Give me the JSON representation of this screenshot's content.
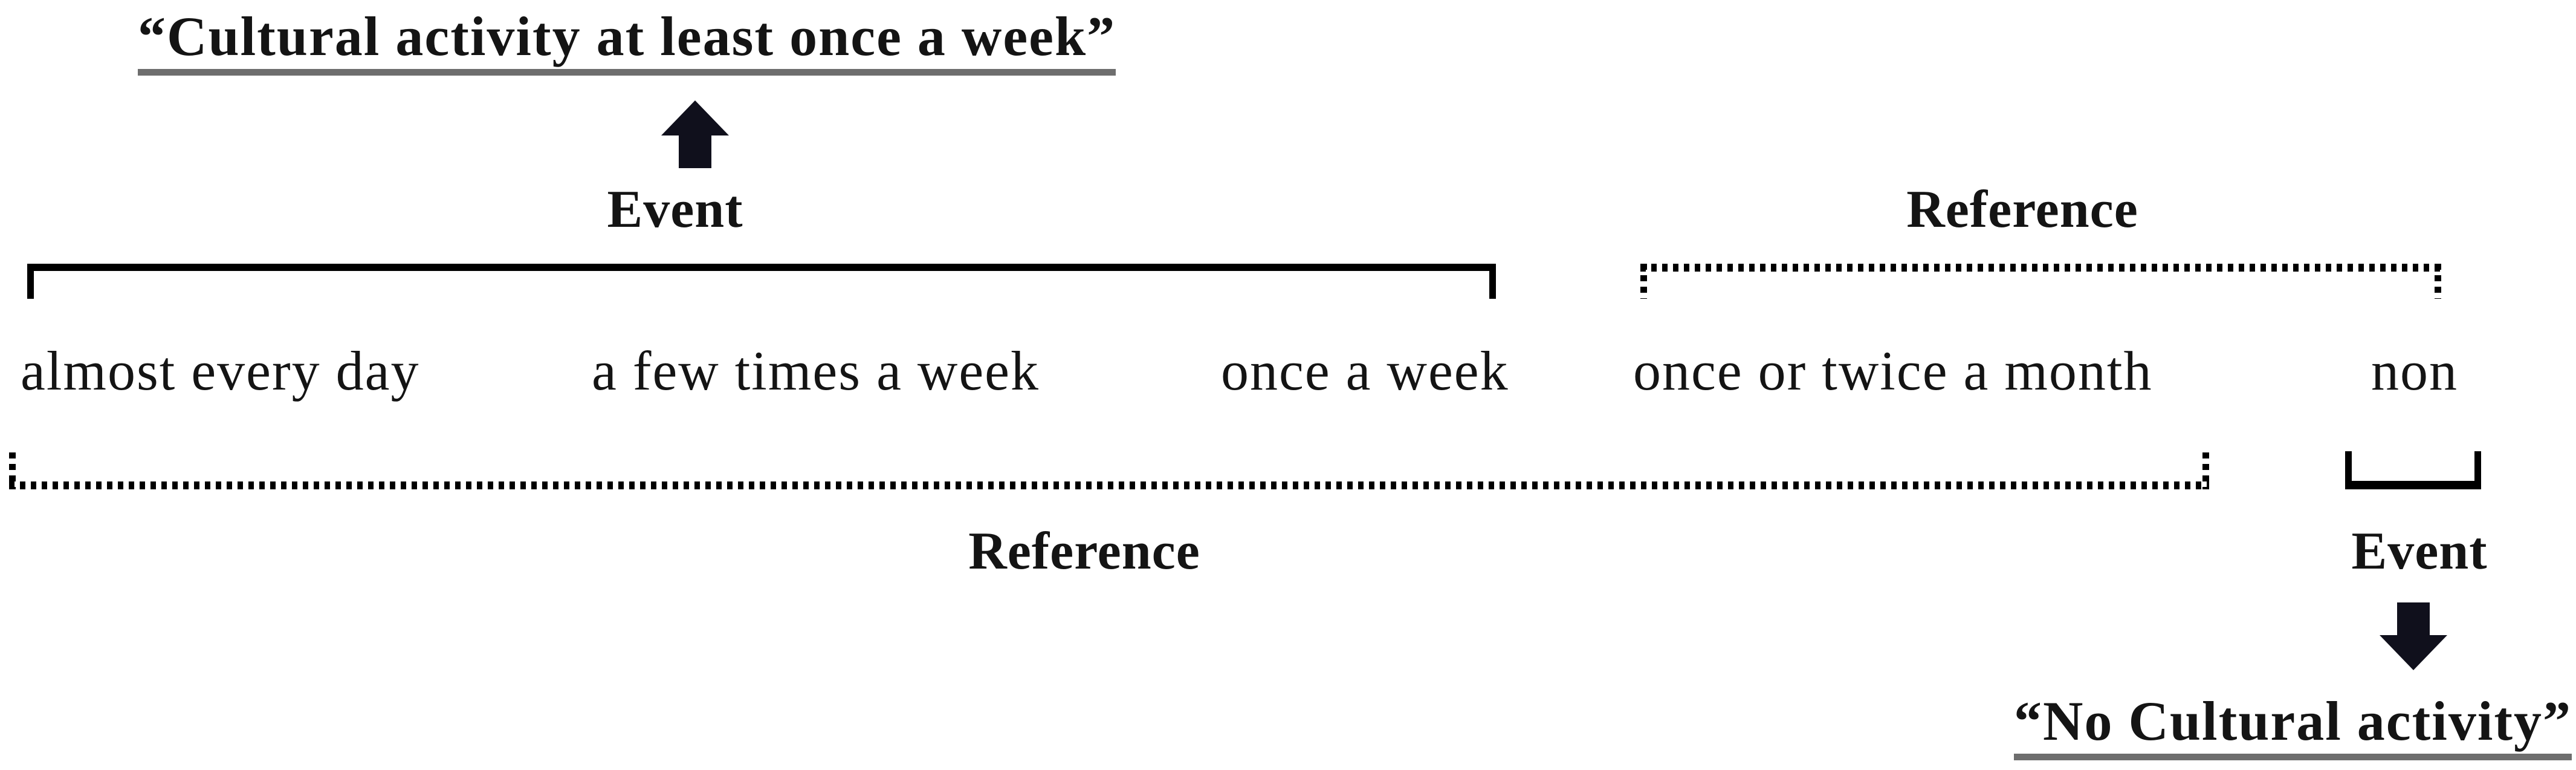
{
  "diagram": {
    "title_top": "“Cultural activity at least once a week”",
    "title_bottom": "“No Cultural activity”",
    "categories": [
      "almost every day",
      "a few times a week",
      "once a week",
      "once or twice a month",
      "non"
    ],
    "brackets": [
      {
        "id": "event-top",
        "style": "solid",
        "label": "Event",
        "covers": [
          "almost every day",
          "a few times a week",
          "once a week"
        ]
      },
      {
        "id": "reference-top",
        "style": "dotted",
        "label": "Reference",
        "covers": [
          "once or twice a month",
          "non"
        ]
      },
      {
        "id": "reference-bottom",
        "style": "dotted",
        "label": "Reference",
        "covers": [
          "almost every day",
          "a few times a week",
          "once a week",
          "once or twice a month"
        ]
      },
      {
        "id": "event-bottom",
        "style": "solid",
        "label": "Event",
        "covers": [
          "non"
        ]
      }
    ],
    "colors": {
      "text": "#141414",
      "underline": "#6e6e6e",
      "arrow": "#10101c",
      "line": "#000000"
    }
  }
}
